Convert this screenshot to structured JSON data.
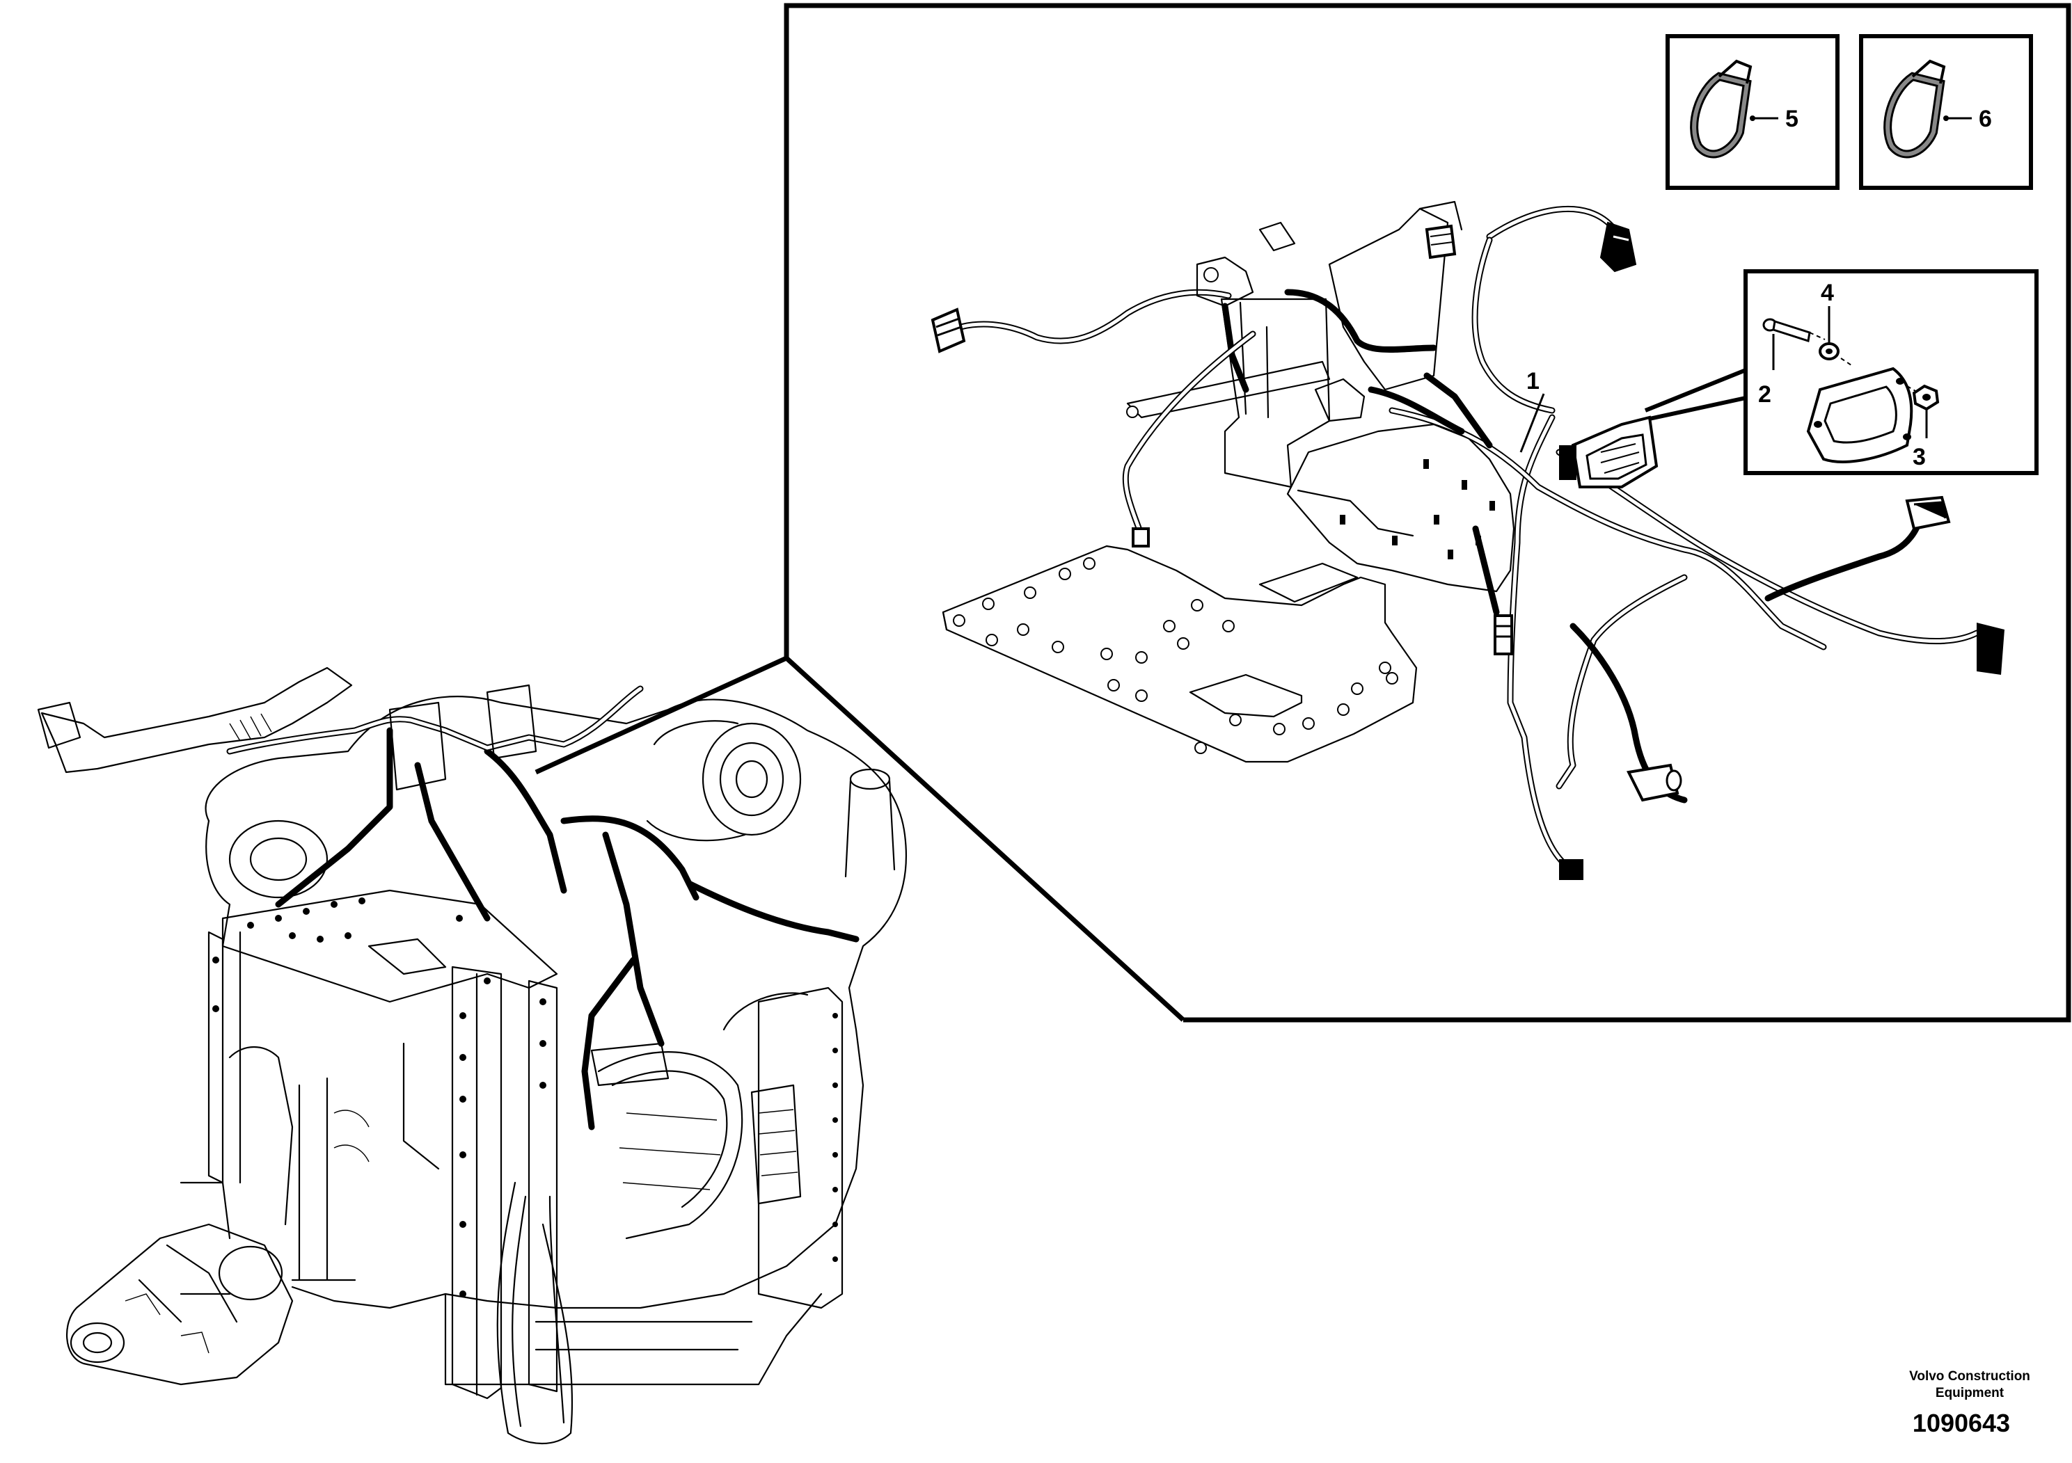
{
  "figure": {
    "callouts": {
      "c1": "1",
      "c2": "2",
      "c3": "3",
      "c4": "4",
      "c5": "5",
      "c6": "6"
    },
    "brand_line1": "Volvo Construction",
    "brand_line2": "Equipment",
    "drawing_number": "1090643"
  }
}
